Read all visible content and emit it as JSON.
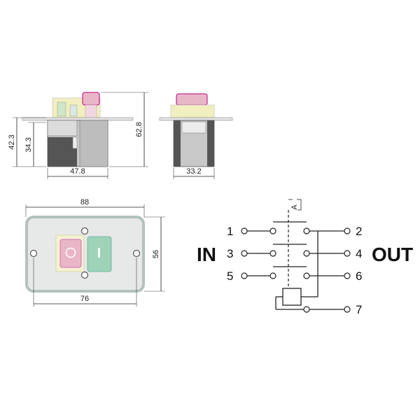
{
  "dimensions": {
    "front_height_total": "42.3",
    "front_height_body": "34.3",
    "front_width": "47.8",
    "height_overall": "62.8",
    "side_width": "33.2",
    "plate_width": "88",
    "plate_height": "56",
    "hole_spacing": "76"
  },
  "schematic": {
    "in_label": "IN",
    "out_label": "OUT",
    "terminals": [
      "1",
      "2",
      "3",
      "4",
      "5",
      "6",
      "7"
    ],
    "coil_label": "A"
  },
  "colors": {
    "stop_button": "#e9b6c8",
    "start_button": "#9fd3b8",
    "plate_border": "#b4c2bc",
    "plate_fill": "#e6e9e8",
    "body_gray": "#c8c8c8",
    "body_dark": "#555555",
    "yellow_cap": "#f1eec0"
  }
}
